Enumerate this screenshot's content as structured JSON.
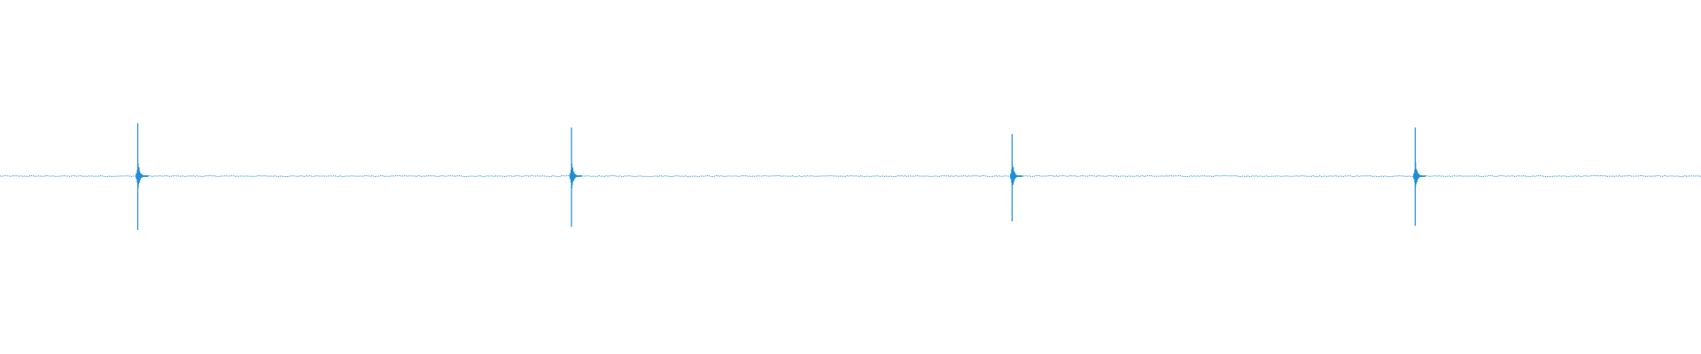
{
  "chart_data": {
    "type": "line",
    "title": "",
    "xlabel": "",
    "ylabel": "",
    "series": [
      {
        "color": "#1f8fd6"
      }
    ],
    "xlim": [
      0,
      1
    ],
    "ylim": [
      -1,
      1
    ],
    "grid": false,
    "baseline_amplitude": 0.01,
    "transients": [
      {
        "x": 0.081,
        "peak_up": 0.98,
        "peak_down": -1.0,
        "decay": 0.006
      },
      {
        "x": 0.336,
        "peak_up": 0.9,
        "peak_down": -0.94,
        "decay": 0.006
      },
      {
        "x": 0.595,
        "peak_up": 0.78,
        "peak_down": -0.84,
        "decay": 0.006
      },
      {
        "x": 0.832,
        "peak_up": 0.9,
        "peak_down": -0.92,
        "decay": 0.006
      }
    ]
  }
}
